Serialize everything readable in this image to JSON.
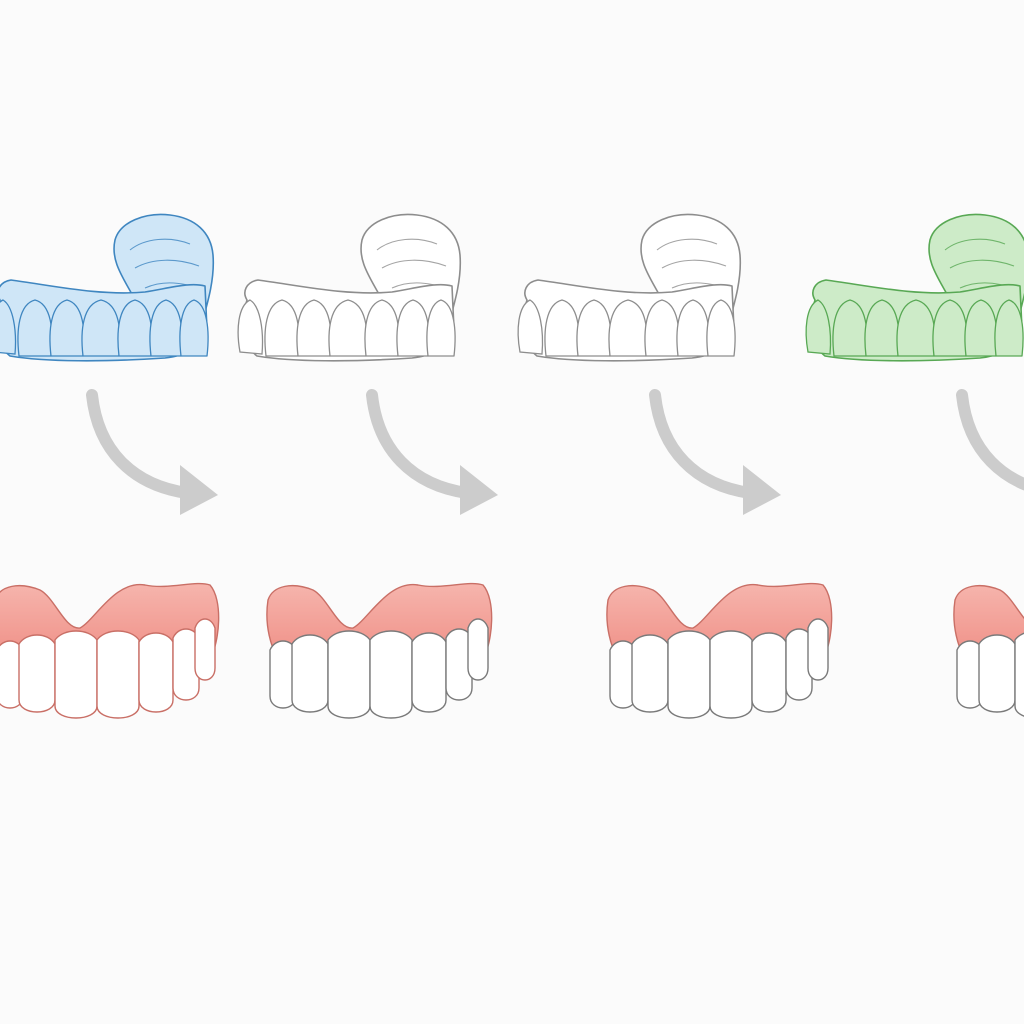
{
  "diagram": {
    "steps": [
      {
        "aligner_tint": "blue",
        "aligner_fill": "#cfe6f7",
        "aligner_stroke": "#3f86c0"
      },
      {
        "aligner_tint": "clear",
        "aligner_fill": "#ffffff",
        "aligner_stroke": "#8d8d8d"
      },
      {
        "aligner_tint": "clear",
        "aligner_fill": "#ffffff",
        "aligner_stroke": "#8d8d8d"
      },
      {
        "aligner_tint": "green",
        "aligner_fill": "#cdebc8",
        "aligner_stroke": "#58a854"
      }
    ],
    "arrow_color": "#cccccc",
    "gum_fill": "#f2a59c",
    "gum_stroke": "#c96f66",
    "tooth_fill": "#ffffff",
    "tooth_stroke": "#7a7a7a",
    "background": "#fbfbfb"
  }
}
